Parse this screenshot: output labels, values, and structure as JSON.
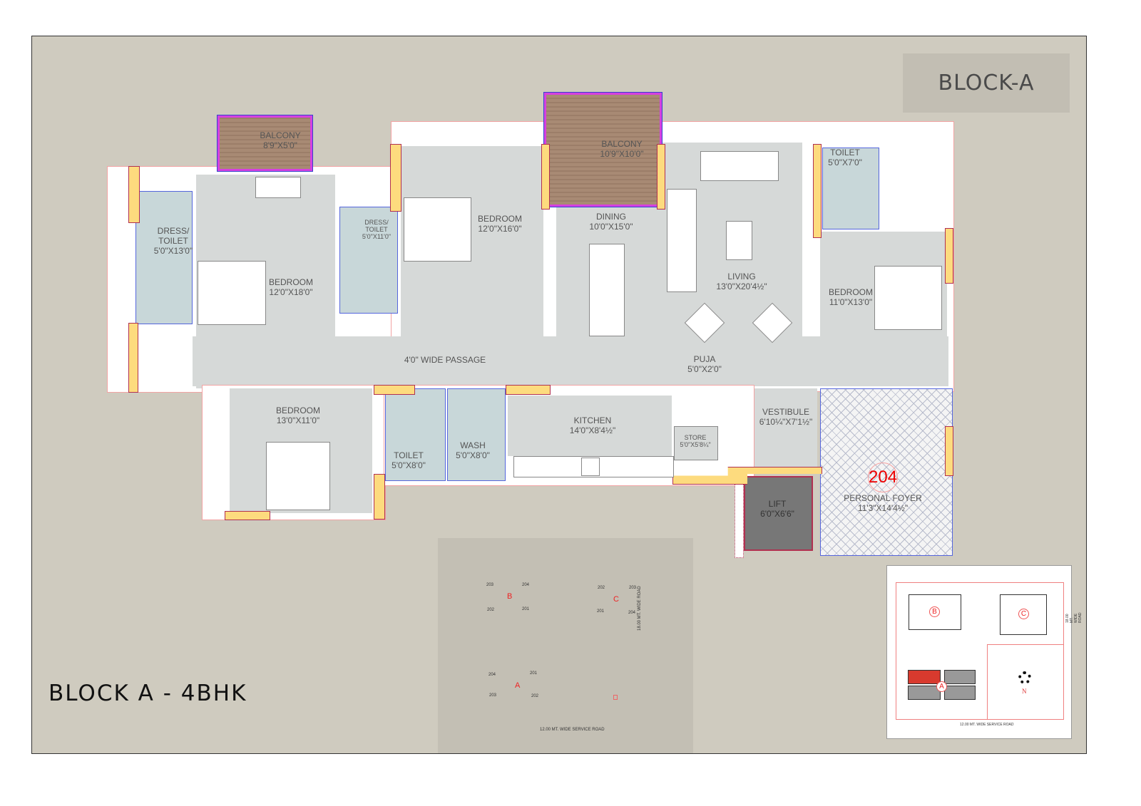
{
  "badge": "BLOCK-A",
  "title": "BLOCK A - 4BHK",
  "unit_number": "204",
  "rooms": {
    "balcony1": {
      "name": "BALCONY",
      "size": "8'9\"X5'0\""
    },
    "balcony2": {
      "name": "BALCONY",
      "size": "10'9\"X10'0\""
    },
    "dress_toilet1": {
      "name": "DRESS/ TOILET",
      "size": "5'0\"X13'0\""
    },
    "bedroom1": {
      "name": "BEDROOM",
      "size": "12'0\"X18'0\""
    },
    "dress_toilet2": {
      "name": "DRESS/ TOILET",
      "size": "5'0\"X11'0\""
    },
    "bedroom2": {
      "name": "BEDROOM",
      "size": "12'0\"X16'0\""
    },
    "dining": {
      "name": "DINING",
      "size": "10'0\"X15'0\""
    },
    "living": {
      "name": "LIVING",
      "size": "13'0\"X20'4½\""
    },
    "toilet_right": {
      "name": "TOILET",
      "size": "5'0\"X7'0\""
    },
    "bedroom3": {
      "name": "BEDROOM",
      "size": "11'0\"X13'0\""
    },
    "passage": {
      "name": "4'0\" WIDE PASSAGE"
    },
    "puja": {
      "name": "PUJA",
      "size": "5'0\"X2'0\""
    },
    "bedroom4": {
      "name": "BEDROOM",
      "size": "13'0\"X11'0\""
    },
    "toilet_bottom": {
      "name": "TOILET",
      "size": "5'0\"X8'0\""
    },
    "wash": {
      "name": "WASH",
      "size": "5'0\"X8'0\""
    },
    "kitchen": {
      "name": "KITCHEN",
      "size": "14'0\"X8'4½\""
    },
    "store": {
      "name": "STORE",
      "size": "5'0\"X5'8¼\""
    },
    "vestibule": {
      "name": "VESTIBULE",
      "size": "6'10¼\"X7'1½\""
    },
    "lift": {
      "name": "LIFT",
      "size": "6'0\"X6'6\""
    },
    "foyer": {
      "name": "PERSONAL FOYER",
      "size": "11'3\"X14'4½\""
    }
  },
  "site_plan": {
    "blocks": [
      "A",
      "B",
      "C"
    ],
    "b_units": [
      "203",
      "204",
      "202",
      "201"
    ],
    "c_units": [
      "202",
      "203",
      "201",
      "204"
    ],
    "a_units": [
      "204",
      "201",
      "203",
      "202"
    ],
    "road_right": "18.00 MT. WIDE ROAD",
    "road_bottom": "12.00 MT. WIDE SERVICE ROAD"
  },
  "key_plan": {
    "road_right": "18.00 MT. WIDE ROAD",
    "road_bottom": "12.00 MT. WIDE SERVICE ROAD",
    "north": "N",
    "highlight_color": "#d83a2e"
  }
}
